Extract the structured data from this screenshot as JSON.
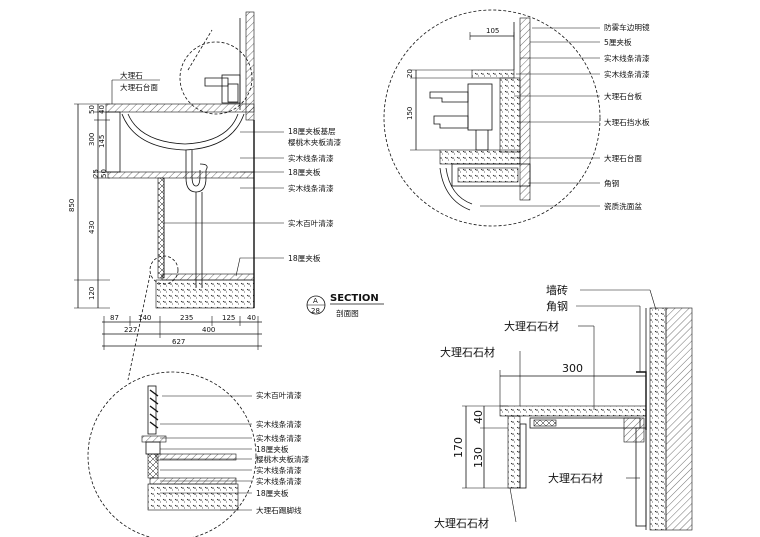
{
  "labels": {
    "marble": "大理石",
    "marble_top": "大理石台面",
    "plywood_18_base": "18厘夹板基层",
    "cherry_veneer_paint": "樱桃木夹板清漆",
    "wood_trim_1": "实木线条清漆",
    "plywood_18_a": "18厘夹板",
    "wood_trim_2": "实木线条清漆",
    "wood_louver": "实木百叶清漆",
    "plywood_18_b": "18厘夹板",
    "section_title": "SECTION",
    "section_sub": "剖面图",
    "section_tag_top": "A",
    "section_tag_bottom": "28"
  },
  "dims_left": {
    "d50": "50",
    "d40": "40",
    "d300": "300",
    "d145": "145",
    "d25": "25",
    "d50b": "50",
    "d850": "850",
    "d430": "430",
    "d120": "120",
    "b87": "87",
    "b140": "140",
    "b235": "235",
    "b125": "125",
    "b40": "40",
    "b227": "227",
    "b400": "400",
    "b627": "627"
  },
  "detail_top_right": {
    "dim_105": "105",
    "dim_20": "20",
    "dim_150": "150",
    "labels": [
      "防雾车边明镜",
      "5厘夹板",
      "实木线条清漆",
      "实木线条清漆",
      "大理石台板",
      "大理石挡水板",
      "大理石台面",
      "角钢",
      "瓷质洗面盆"
    ]
  },
  "detail_bottom_left": {
    "labels": [
      "实木百叶清漆",
      "实木线条清漆",
      "实木线条清漆",
      "18厘夹板",
      "樱桃木夹板清漆",
      "实木线条清漆",
      "实木线条清漆",
      "18厘夹板",
      "大理石踢脚线"
    ]
  },
  "detail_bottom_right": {
    "wall_tile": "墙砖",
    "angle_steel": "角钢",
    "marble_1": "大理石石材",
    "marble_2": "大理石石材",
    "marble_3": "大理石石材",
    "marble_4": "大理石石材",
    "dim_300": "300",
    "dim_40": "40",
    "dim_170": "170",
    "dim_130": "130"
  }
}
